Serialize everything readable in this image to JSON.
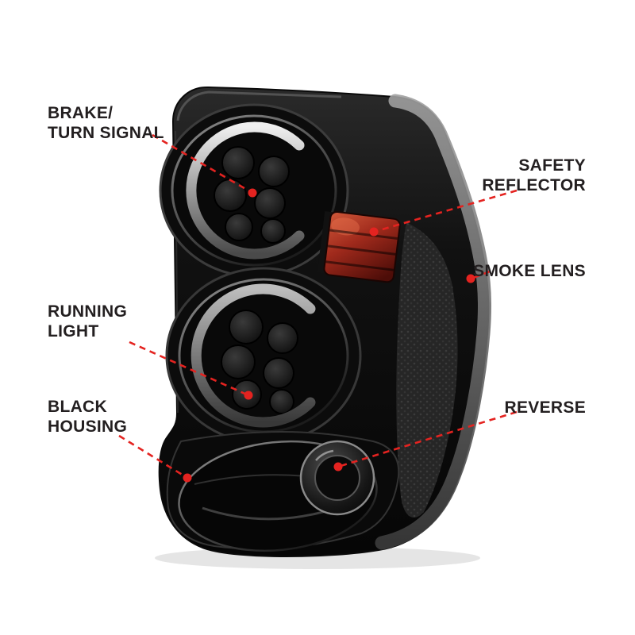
{
  "callouts": {
    "brake_turn_signal": {
      "text": "BRAKE/\nTURN SIGNAL"
    },
    "safety_reflector": {
      "text": "SAFETY\nREFLECTOR"
    },
    "smoke_lens": {
      "text": "SMOKE LENS"
    },
    "running_light": {
      "text": "RUNNING\nLIGHT"
    },
    "black_housing": {
      "text": "BLACK\nHOUSING"
    },
    "reverse": {
      "text": "REVERSE"
    }
  },
  "colors": {
    "callout_line": "#e42320",
    "label_text": "#231f20",
    "background": "#ffffff"
  }
}
